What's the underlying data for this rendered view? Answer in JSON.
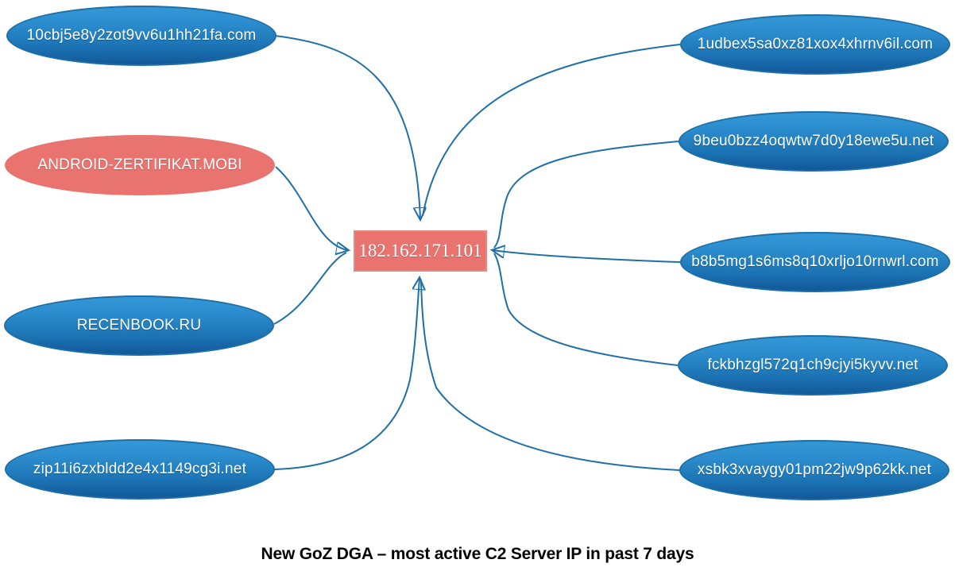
{
  "diagram": {
    "caption": "New GoZ DGA – most active C2 Server IP in past 7 days",
    "center": {
      "label": "182.162.171.101",
      "role": "most active C2 server IP"
    },
    "nodes": [
      {
        "label": "10cbj5e8y2zot9vv6u1hh21fa.com",
        "style": "blue"
      },
      {
        "label": "1udbex5sa0xz81xox4xhrnv6il.com",
        "style": "blue"
      },
      {
        "label": "ANDROID-ZERTIFIKAT.MOBI",
        "style": "pink"
      },
      {
        "label": "9beu0bzz4oqwtw7d0y18ewe5u.net",
        "style": "blue"
      },
      {
        "label": "b8b5mg1s6ms8q10xrljo10rnwrl.com",
        "style": "blue"
      },
      {
        "label": "RECENBOOK.RU",
        "style": "blue"
      },
      {
        "label": "fckbhzgl572q1ch9cjyi5kyvv.net",
        "style": "blue"
      },
      {
        "label": "zip11i6zxbldd2e4x1149cg3i.net",
        "style": "blue"
      },
      {
        "label": "xsbk3xvaygy01pm22jw9p62kk.net",
        "style": "blue"
      }
    ],
    "colors": {
      "edge": "#1f6fa8",
      "blue_node_top": "#2c8dce",
      "blue_node_bottom": "#12589a",
      "blue_node_border": "#1d6fa6",
      "pink_node": "#e8736f",
      "center_fill": "#e8736f",
      "center_border": "#e58985",
      "node_text": "#ffffff",
      "caption_text": "#000000"
    }
  }
}
